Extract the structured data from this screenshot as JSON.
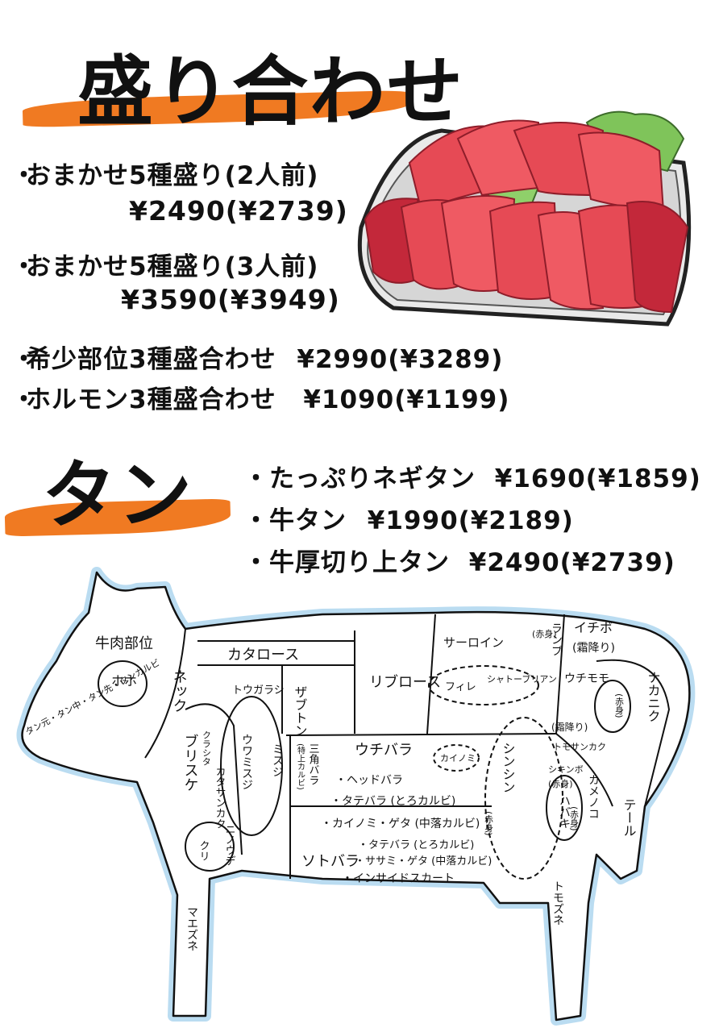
{
  "moriawase": {
    "title": "盛り合わせ",
    "items": [
      {
        "name": "おまかせ5種盛り(2人前)",
        "price": "¥2490(¥2739)"
      },
      {
        "name": "おまかせ5種盛り(3人前)",
        "price": "¥3590(¥3949)"
      },
      {
        "name": "希少部位3種盛合わせ",
        "price": "¥2990(¥3289)"
      },
      {
        "name": "ホルモン3種盛合わせ",
        "price": "¥1090(¥1199)"
      }
    ]
  },
  "tan": {
    "title": "タン",
    "items": [
      {
        "name": "たっぷりネギタン",
        "price": "¥1690(¥1859)"
      },
      {
        "name": "牛タン",
        "price": "¥1990(¥2189)"
      },
      {
        "name": "牛厚切り上タン",
        "price": "¥2490(¥2739)"
      }
    ]
  },
  "cow": {
    "header": "牛肉部位",
    "parts": {
      "hoho": "ホホ",
      "tan_labels": [
        "タン元",
        "タン中",
        "タン先",
        "タンカルビ"
      ],
      "neck": "ネック",
      "kataroast": "カタロース",
      "tougarashi": "トウガラシ",
      "zabuton": "ザブトン",
      "ribroast": "リブロース",
      "sirloin": "サーロイン",
      "rump": "ランプ",
      "rump_note": "(赤身)",
      "ichibo": "イチボ",
      "ichibo_note": "(霜降り)",
      "fillet": "フィレ",
      "chateaubriand": "シャトーブリアン",
      "uchimomo": "ウチモモ",
      "nakaniku": "ナカニク",
      "nakaniku_note": "(赤身)",
      "brisket": "ブリスケ",
      "misuji": "ミスジ",
      "uwamisuji": "ウワミスジ",
      "kurashita": "クラシタ",
      "kata_sankaku": "カタサンカク",
      "ninoude": "ニノウデ",
      "kuri": "クリ",
      "sankaku_bara": "三角バラ",
      "sankaku_note": "(特上カルビ)",
      "uchibara": "ウチバラ",
      "kainomi_oval": "カイノミ",
      "headbara": "・ヘッドバラ",
      "tatebara": "・タテバラ (とろカルビ)",
      "kainomi_geta": "・カイノミ・ゲタ (中落カルビ)",
      "sotobara": "ソトバラ",
      "sotobara_items": [
        "・タテバラ (とろカルビ)",
        "・ササミ・ゲタ (中落カルビ)",
        "・インサイドスカート"
      ],
      "shinshin": "シンシン",
      "shinshin_note": "(赤身)",
      "shimofuri": "(霜降り)",
      "tomosankaku": "トモサンカク",
      "shiki_bo": "シキンボ",
      "shiki_note": "(赤身)",
      "habaki": "ハバキ",
      "kamenoko": "カメノコ",
      "kamenoko_note": "(赤身)",
      "tail": "テール",
      "tomozune": "トモズネ",
      "maezune": "マエズネ"
    }
  },
  "colors": {
    "accent_orange": "#f07a22",
    "meat_red": "#e64a55",
    "meat_dark": "#c3283a",
    "outline_blue": "#a9d3ee",
    "tray": "#2b2b2b",
    "leaf": "#7fc45a"
  }
}
